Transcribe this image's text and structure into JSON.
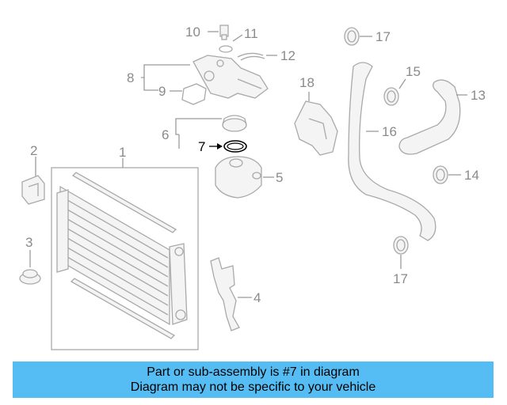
{
  "callouts": {
    "c1": "1",
    "c2": "2",
    "c3": "3",
    "c4": "4",
    "c5": "5",
    "c6": "6",
    "c7": "7",
    "c8": "8",
    "c9": "9",
    "c10": "10",
    "c11": "11",
    "c12": "12",
    "c13": "13",
    "c14": "14",
    "c15": "15",
    "c16": "16",
    "c17a": "17",
    "c17b": "17",
    "c18": "18"
  },
  "highlighted_part": "7",
  "banner": {
    "line1": "Part or sub-assembly is #7 in diagram",
    "line2": "Diagram may not be specific to your vehicle"
  },
  "colors": {
    "banner": "#55bdf3",
    "part_lines": "#a9a9a9",
    "callout_text": "#8a8a8a",
    "highlight": "#000000"
  }
}
